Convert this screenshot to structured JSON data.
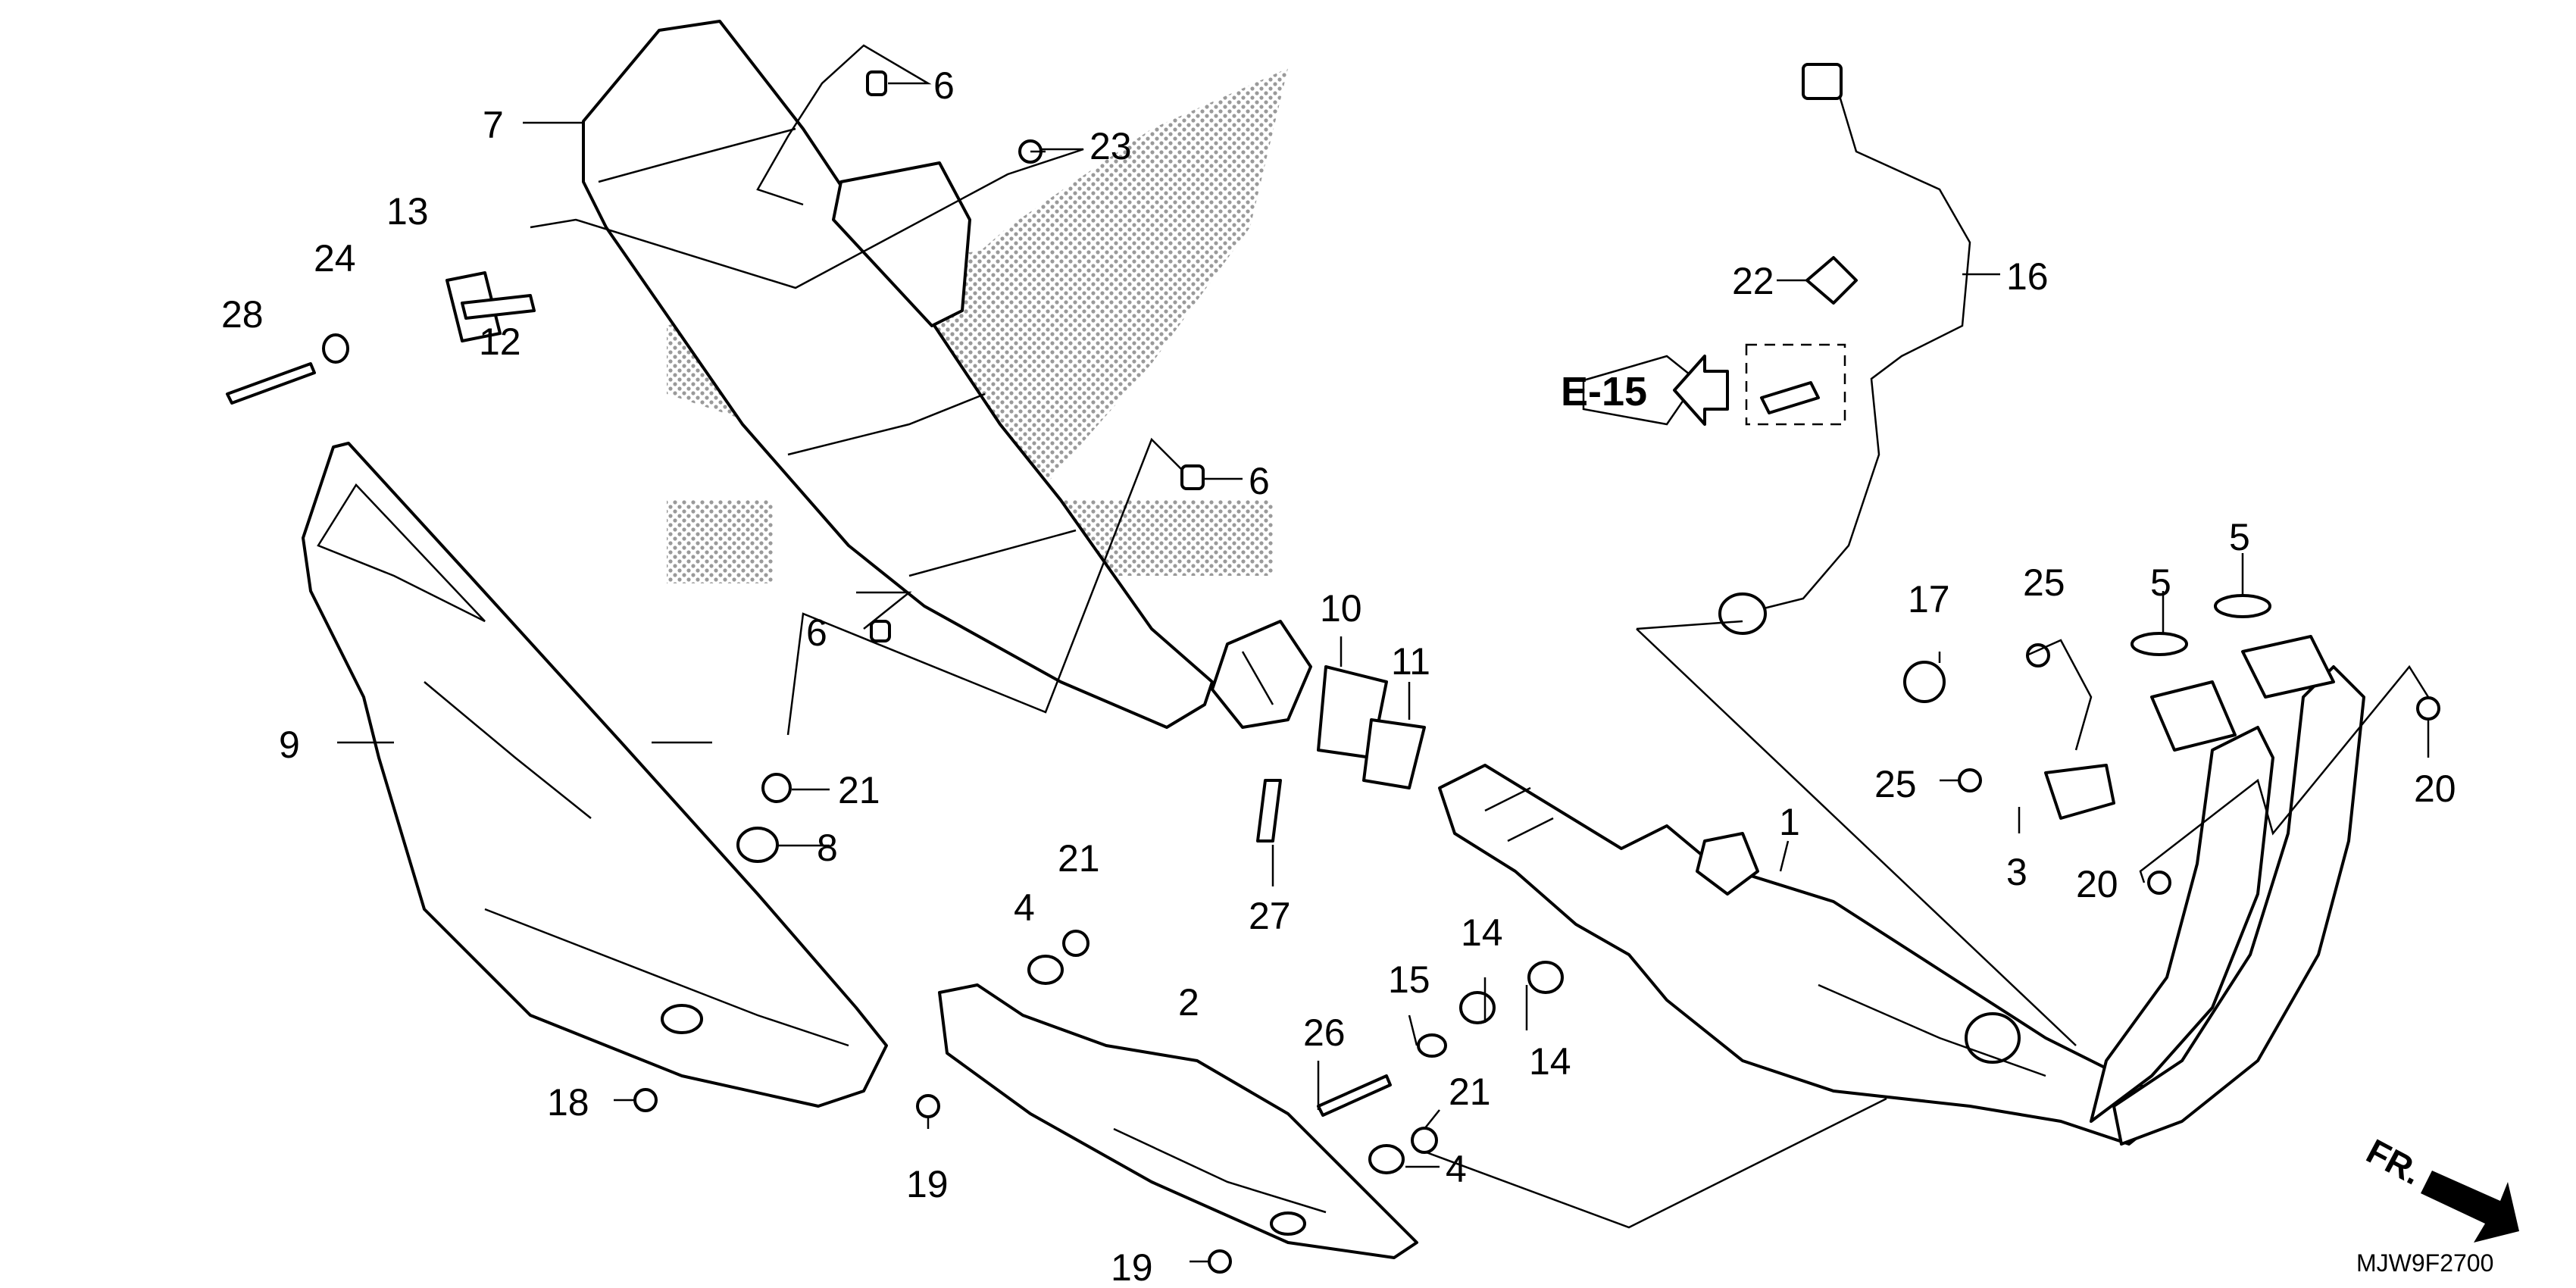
{
  "diagram": {
    "callouts": {
      "c1": "1",
      "c2": "2",
      "c3": "3",
      "c4a": "4",
      "c4b": "4",
      "c5a": "5",
      "c5b": "5",
      "c6a": "6",
      "c6b": "6",
      "c6c": "6",
      "c7": "7",
      "c8": "8",
      "c9": "9",
      "c10": "10",
      "c11": "11",
      "c12": "12",
      "c13": "13",
      "c14a": "14",
      "c14b": "14",
      "c15": "15",
      "c16": "16",
      "c17": "17",
      "c18": "18",
      "c19a": "19",
      "c19b": "19",
      "c20a": "20",
      "c20b": "20",
      "c21a": "21",
      "c21b": "21",
      "c21c": "21",
      "c22": "22",
      "c23": "23",
      "c24": "24",
      "c25a": "25",
      "c25b": "25",
      "c26": "26",
      "c27": "27",
      "c28": "28"
    },
    "reference": "E-15",
    "direction": "FR.",
    "diagram_code": "MJW9F2700",
    "watermark_color": "#b0b0b0"
  }
}
